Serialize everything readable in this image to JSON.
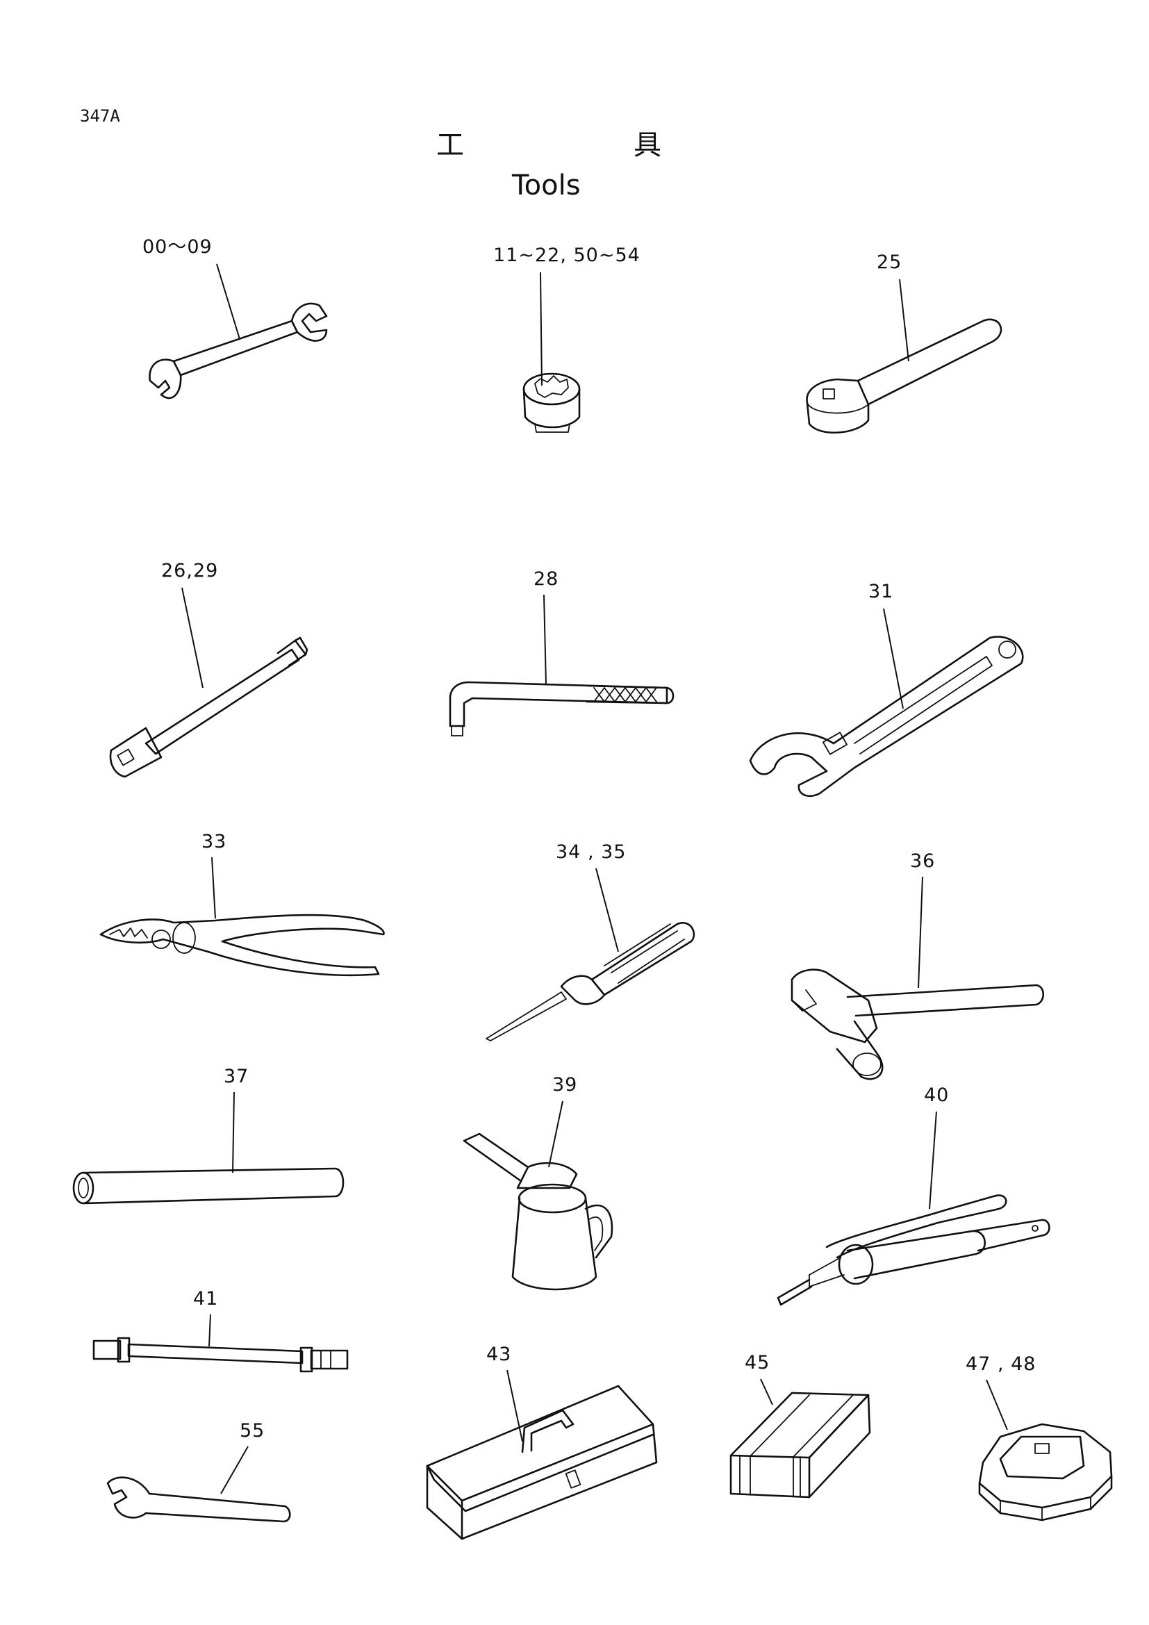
{
  "page": {
    "code": "347A",
    "title_jp_left": "工",
    "title_jp_right": "具",
    "title_en": "Tools"
  },
  "parts": [
    {
      "label": "00～09",
      "icon": "double-open-end-wrench-icon"
    },
    {
      "label": "11~22, 50~54",
      "icon": "socket-icon"
    },
    {
      "label": "25",
      "icon": "ratchet-handle-icon"
    },
    {
      "label": "26,29",
      "icon": "extension-bar-icon"
    },
    {
      "label": "28",
      "icon": "hex-key-icon"
    },
    {
      "label": "31",
      "icon": "adjustable-wrench-icon"
    },
    {
      "label": "33",
      "icon": "pliers-icon"
    },
    {
      "label": "34 , 35",
      "icon": "screwdriver-icon"
    },
    {
      "label": "36",
      "icon": "hammer-icon"
    },
    {
      "label": "37",
      "icon": "pipe-bar-icon"
    },
    {
      "label": "39",
      "icon": "oil-can-icon"
    },
    {
      "label": "40",
      "icon": "grease-gun-icon"
    },
    {
      "label": "41",
      "icon": "hose-icon"
    },
    {
      "label": "43",
      "icon": "tool-box-icon"
    },
    {
      "label": "45",
      "icon": "tool-bag-icon"
    },
    {
      "label": "47 , 48",
      "icon": "filter-wrench-icon"
    },
    {
      "label": "55",
      "icon": "single-open-end-wrench-icon"
    }
  ]
}
